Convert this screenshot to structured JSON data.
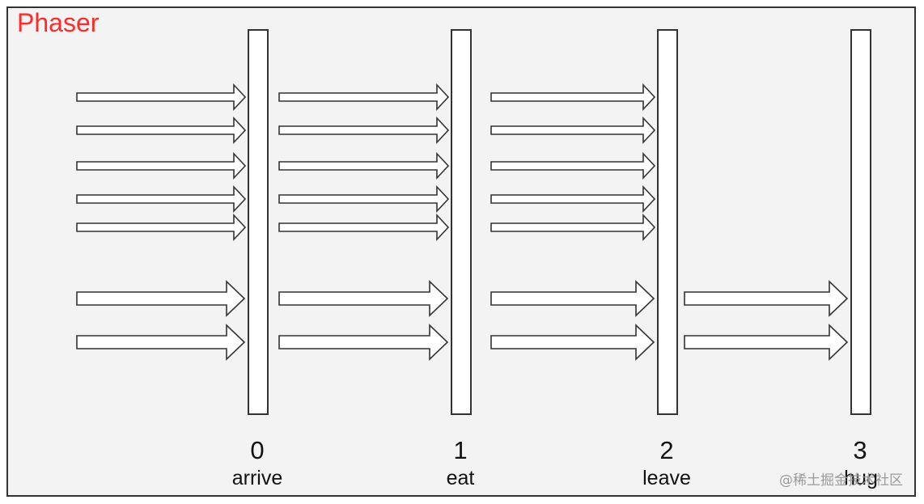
{
  "diagram": {
    "title": "Phaser",
    "colors": {
      "title": "#ff2a2a",
      "background": "#f3f3f3",
      "frame": "#333333",
      "bar_fill": "#ffffff",
      "bar_stroke": "#333333",
      "arrow_fill": "#ffffff",
      "arrow_stroke": "#333333",
      "text": "#111111",
      "watermark": "#9a9a9a"
    },
    "phases": [
      {
        "number": "0",
        "name": "arrive"
      },
      {
        "number": "1",
        "name": "eat"
      },
      {
        "number": "2",
        "name": "leave"
      },
      {
        "number": "3",
        "name": "hug"
      }
    ],
    "participants": [
      {
        "kind": "small",
        "reaches_phase": 2
      },
      {
        "kind": "small",
        "reaches_phase": 2
      },
      {
        "kind": "small",
        "reaches_phase": 2
      },
      {
        "kind": "small",
        "reaches_phase": 2
      },
      {
        "kind": "small",
        "reaches_phase": 2
      },
      {
        "kind": "large",
        "reaches_phase": 3
      },
      {
        "kind": "large",
        "reaches_phase": 3
      }
    ],
    "watermark": "@稀土掘金技术社区"
  }
}
